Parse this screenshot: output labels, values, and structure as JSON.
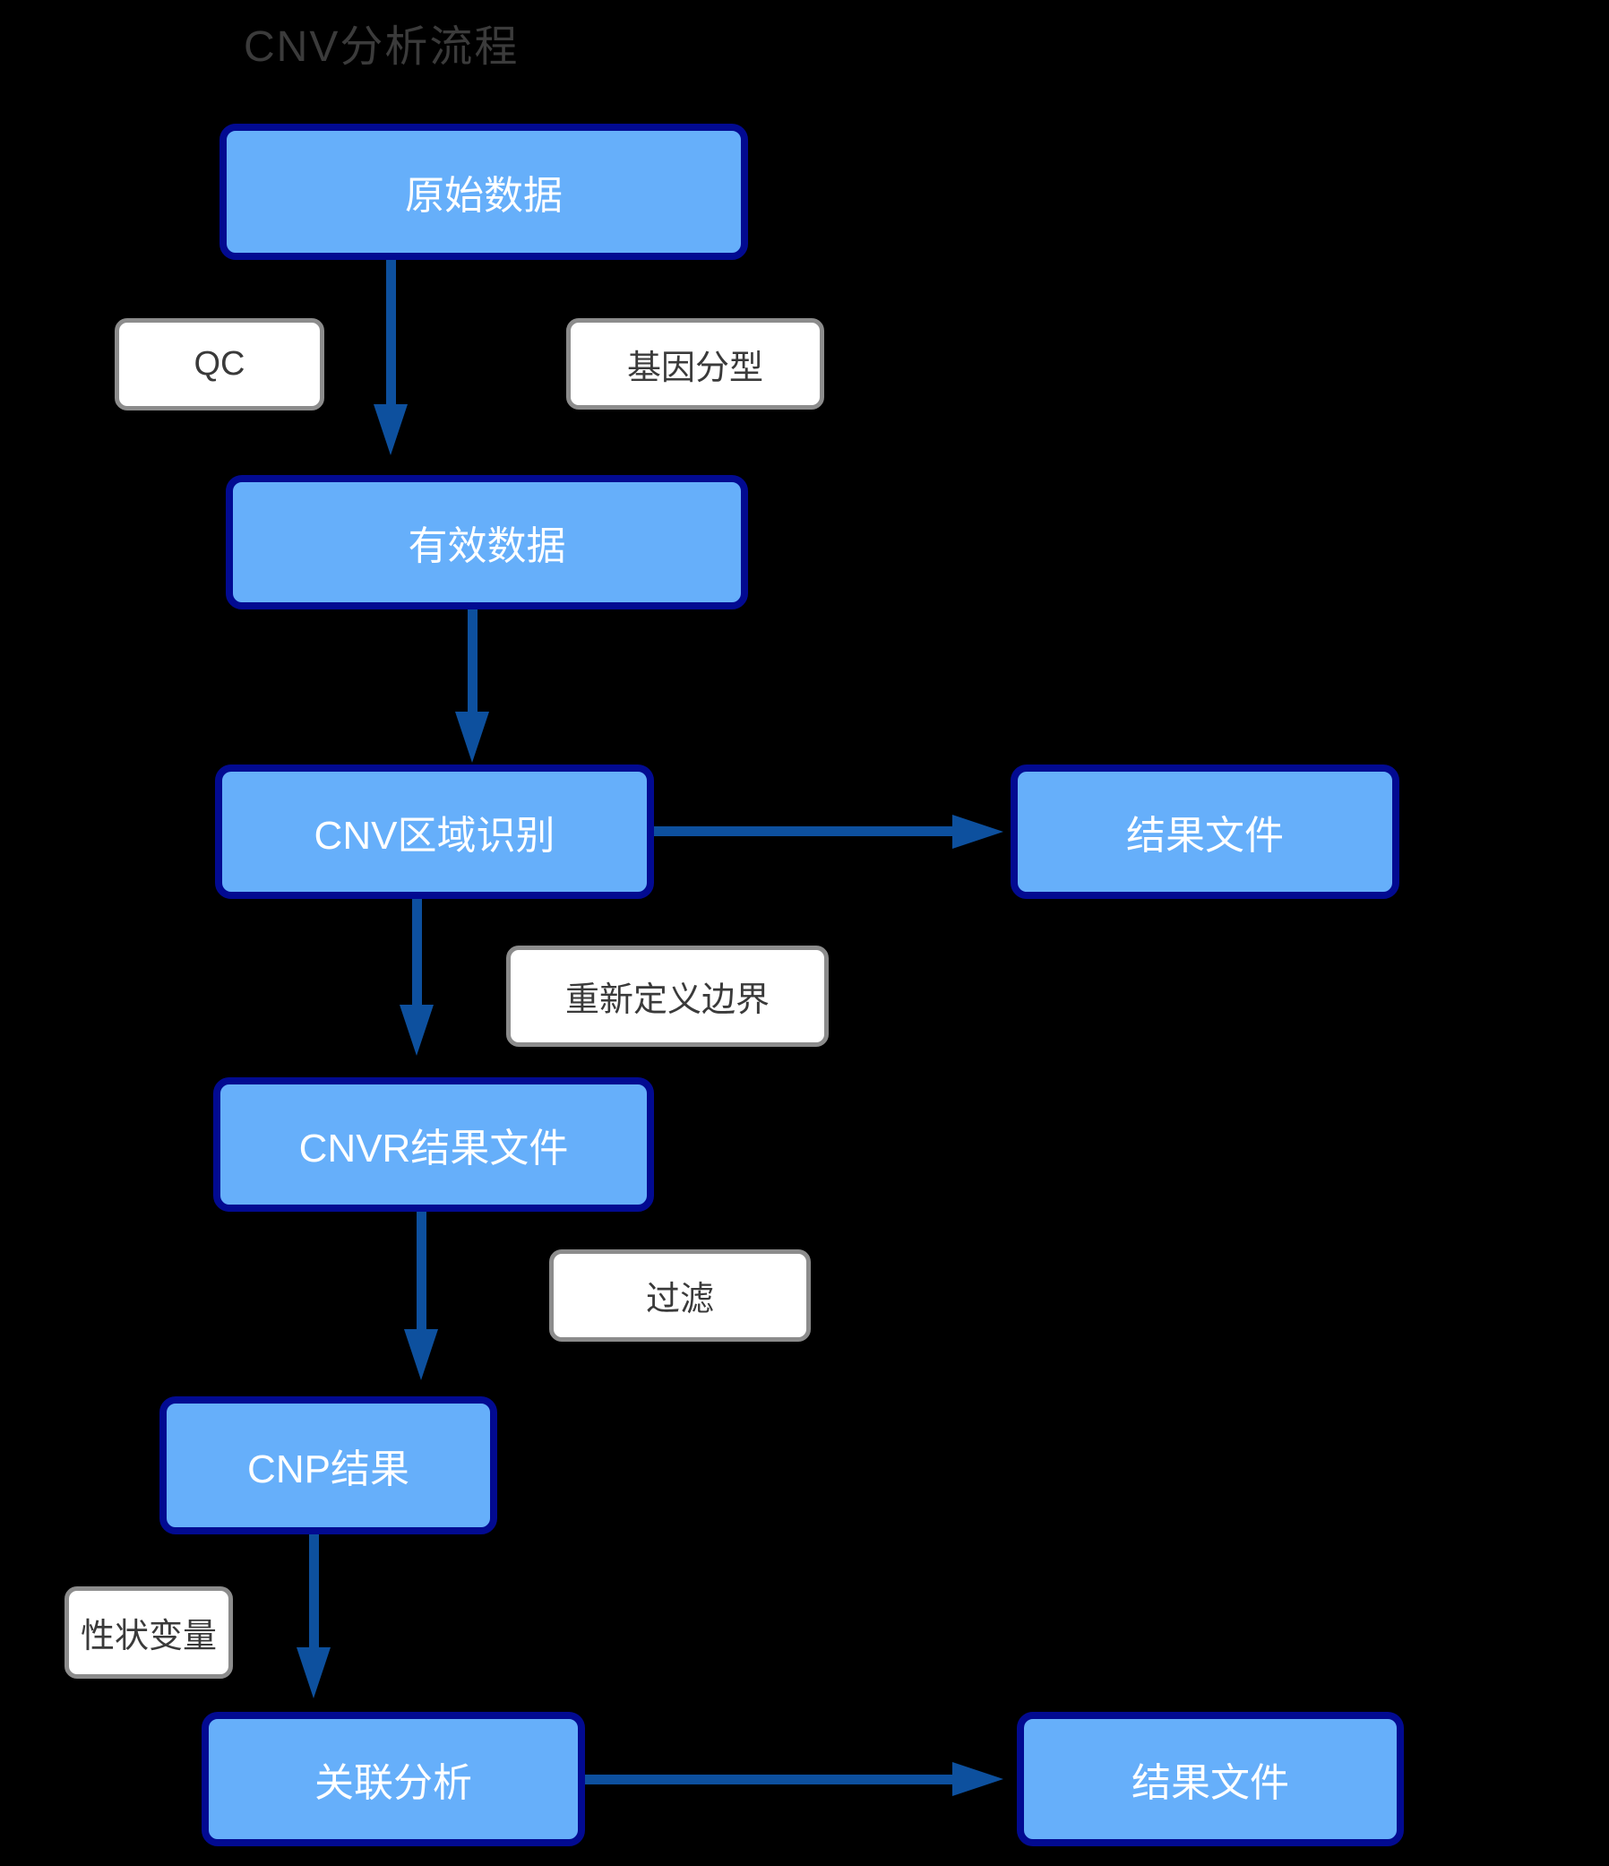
{
  "title": "CNV分析流程",
  "diagram": {
    "nodes": {
      "raw_data": {
        "label": "原始数据"
      },
      "valid_data": {
        "label": "有效数据"
      },
      "cnv_region": {
        "label": "CNV区域识别"
      },
      "result_file_top": {
        "label": "结果文件"
      },
      "cnvr_result": {
        "label": "CNVR结果文件"
      },
      "cnp_result": {
        "label": "CNP结果"
      },
      "association": {
        "label": "关联分析"
      },
      "result_file_bottom": {
        "label": "结果文件"
      }
    },
    "edge_labels": {
      "qc": "QC",
      "genotyping": "基因分型",
      "redefine_boundary": "重新定义边界",
      "filter": "过滤",
      "trait_variable": "性状变量"
    },
    "colors": {
      "background": "#000000",
      "node_fill": "#66AFFA",
      "node_border": "#020A91",
      "node_text": "#FFFFFF",
      "arrow": "#0D509E",
      "label_fill": "#FFFFFF",
      "label_border": "#8C8C8C",
      "label_text": "#3A3A3A",
      "title_text": "#3B3B3B"
    }
  }
}
